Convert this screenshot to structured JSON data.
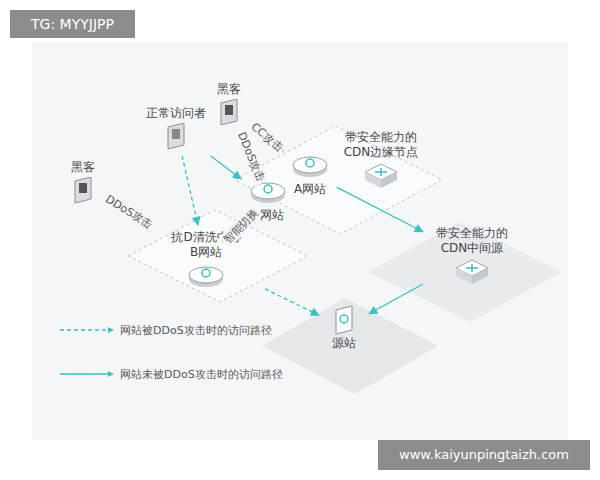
{
  "diagram": {
    "nodes": [
      {
        "text": [
          "黑客"
        ]
      },
      {
        "text": [
          "正常访问者"
        ]
      },
      {
        "text": [
          "黑客"
        ]
      },
      {
        "text": [
          "带安全能力的 CDN边缘节点"
        ]
      },
      {
        "text": [
          "A网站"
        ],
        "in": 3
      },
      {
        "text": [
          "B网站"
        ],
        "in": 3
      },
      {
        "text": [
          "抗D清洗中心",
          "B网站"
        ]
      },
      {
        "text": [
          "带安全能力的 CDN中间源"
        ]
      },
      {
        "text": [
          "源站"
        ]
      }
    ],
    "edges": [
      {
        "from": 0,
        "to": 4,
        "label": "CC攻击",
        "arrow": "to"
      },
      {
        "from": 0,
        "to": 5,
        "label": "DDoS攻击",
        "arrow": "to"
      },
      {
        "from": 1,
        "to": 5,
        "arrow": "to"
      },
      {
        "from": 1,
        "to": 6,
        "arrow": "to"
      },
      {
        "from": 2,
        "to": 6,
        "label": "DDoS攻击",
        "arrow": "to"
      },
      {
        "from": 5,
        "to": 6,
        "label": "智能切换",
        "arrow": "both"
      },
      {
        "from": 4,
        "to": 7,
        "arrow": "to"
      },
      {
        "from": 7,
        "to": 8,
        "arrow": "to"
      },
      {
        "from": 6,
        "to": 8,
        "arrow": "to"
      }
    ],
    "labels": [
      "TG: MYYJJPP",
      "www.kaiyunpingtaizh.com"
    ],
    "legend": [
      {
        "text": "网站被DDoS攻击时的访问路径"
      },
      {
        "text": "网站未被DDoS攻击时的访问路径"
      }
    ]
  }
}
